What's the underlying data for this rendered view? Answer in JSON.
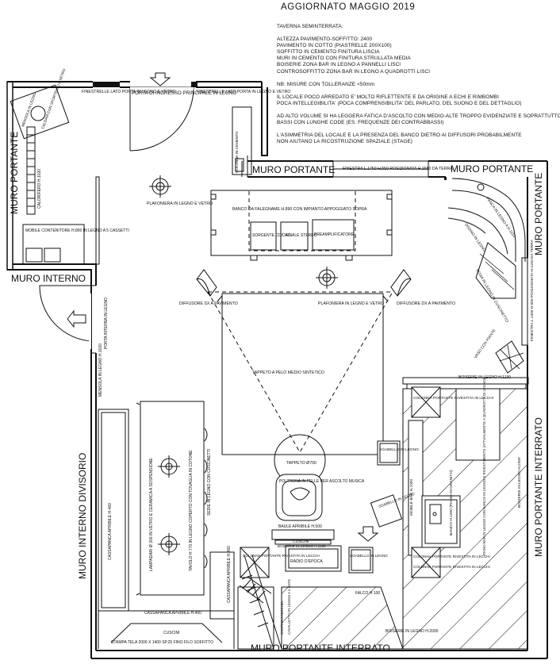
{
  "title": "AGGIORNATO MAGGIO 2019",
  "notes": [
    "TAVERNA SEMINTERRATA:",
    "",
    "ALTEZZA PAVIMENTO-SOFFITTO: 2400",
    "PAVIMENTO IN COTTO (PIASTRELLE 200X100)",
    "SOFFITTO IN CEMENTO FINITURA LISCIA",
    "MURI IN CEMENTO CON FINITURA STRULLATA MEDIA",
    "BOISERIE ZONA BAR IN LEGNO A PANNELLI LISCI",
    "CONTROSOFFITTO ZONA BAR IN LEGNO A QUADROTTI LISCI",
    "",
    "NB: MISURE CON TOLLERANZE <50mm",
    "",
    "IL LOCALE POCO ARREDATO E' MOLTO RIFLETTENTE E DA ORIGINE A ECHI E RIMBOMBI",
    "POCA INTELLEGIBILITA' (POCA COMPRENSIBILITA' DEL PARLATO, DEL SUONO E DEL DETTAGLIO)",
    "",
    "AD ALTO VOLUME SI HA LEGGERA FATICA D'ASCOLTO CON MEDIO-ALTE TROPPO EVIDENZIATE E SOPRATTUTTO",
    "BASSI CON LUNGHE CODE (ES. FREQUENZE DEI CONTRABBASSI)",
    "",
    "L'ASIMMETRIA DEL LOCALE E LA PRESENZA DEL BANCO DIETRO AI DIFFUSORI PROBABILMENTE",
    "NON AIUTANO LA RICOSTRUZIONE SPAZIALE (STAGE)"
  ],
  "walls": {
    "muro_portante_left": "MURO PORTANTE",
    "muro_portante_mid": "MURO PORTANTE",
    "muro_portante_right_top": "MURO PORTANTE",
    "muro_portante_right_side": "MURO PORTANTE",
    "muro_interno": "MURO INTERNO",
    "muro_interno_divisorio": "MURO INTERNO DIVISORIO",
    "muro_portante_interrato_right": "MURO PORTANTE INTERRATO",
    "muro_portante_interrato_bottom": "MURO PORTANTE INTERRATO"
  },
  "labels": {
    "finestrelle_left": "FINESTRELLE LATO PORTA IN LEGNO E VETRO",
    "porta_ingresso": "PORTA DI INGRESSO PRINCIPALE IN LEGNO",
    "finestrelle_right": "FINESTRELLE LATO PORTA IN LEGNO E VETRO",
    "mensola_legno": "MENSOLA IN LEGNO",
    "caldaia": "CALDAIA CON SPORTELLO A VETRO",
    "colonna_cemento": "COLONNA IN CEMENTO",
    "caloriferi": "CALORIFERO H.1020",
    "mobile_contenitore": "MOBILE CONTENITORE H.800 IN LEGNO A 5 CASSETTI",
    "plafoniera_1": "PLAFONIERA IN LEGNO E VETRO",
    "finestra_top": "FINESTRA L.1750 H.550 POSIZIONATA H.1550 DA TERRA",
    "banco": "BANCO DA FALEGNAME H.890  CON IMPIANTO APPOGGIATO SOPRA",
    "sorgente": "SORGENTE CD/DAC",
    "finale": "FINALE STEREO",
    "preamp": "PREAMPLIFICATORE",
    "diffusore_sx": "DIFFUSORE SX A PAVIMENTO",
    "plafoniera_2": "PLAFONIERA IN LEGNO E VETRO",
    "diffusore_dx": "DIFFUSORE DX A PAVIMENTO",
    "porta_interna": "PORTA INTERNA IN LEGNO",
    "mensola_bar": "MENSOLA IN LEGNO H.1020",
    "tappeto": "TAPPETO A PELO MEDIO SINTETICO",
    "panca_legno": "PANCA IN LEGNO A H.1110",
    "divano": "DIVANO IN LEGNO",
    "sedia_legno": "SEDIA IN LEGNO IN CUSCINETTO",
    "finestra_right": "FINESTRA L.1300 H.550 POSIZIONATA H.1150 DA TERRA",
    "vaso_piante": "VASO CON PIANTE",
    "boiserie_top": "BOISERIE IN LEGNO H.1130",
    "colonna_1": "COLONNA PORTANTE RIVESTITA IN LECCHI",
    "sgabello_1": "SGABELLO IN LEGNO",
    "tappeto_small": "TAPPETO Ø700",
    "poltrona": "POLTRONA IN PELLE PER ASCOLTO MUSICA",
    "baule": "BAULE APRIBILE H.500",
    "cuscini": "CUSCINI",
    "boiserie_baule": "BOISERIE IN LEGNO H.1130",
    "radio": "RADIO D'EPOCA",
    "colonna_2": "COLONNA PORTANTE RIVESTITA IN LECCHI",
    "sgabello_2": "SGABELLO IN LEGNO",
    "colonna_3": "COLONNA PORTANTE RIVESTITA IN LECCHI",
    "colonna_4": "COLONNA PORTANTE RIVESTITA IN LECCHI",
    "sgabello_3": "SGABELLO IN LEGNO",
    "mobile_bar": "MOBILE BAR H.1000",
    "piano_granito": "BANCO H.1000 (PIANO IN GRANITO)",
    "bancone_testo": "PIANO BAR IN LEGNO CON BANCO IN LEGNO E RIVESTIMENTO (ATTUALMENTE A QUADROTTI DI LEGNO)",
    "boiserie_right": "BOISERIE IN LEGNO H.2000",
    "falco": "FALCO H.100",
    "boiserie_bottom": "BOISERIE IN LEGNO H.2000",
    "cassapanca_left": "CASSAPANCA APRIBILE H.460",
    "lampadari": "LAMPADARI Ø 300 IN VETRO E CERAMICA A SOSPENSIONE",
    "tavolo": "TAVOLO H 770 IN LEGNO COPERTO CON TOVAGLIA IN COTONE",
    "sedie": "SEDIE IN LEGNO CON CUSCINETTI",
    "cassapanca_mid": "CASSAPANCA APRIBILE H.460",
    "cassapanca_bottom": "CASSAPANCA APRIBILE H.460",
    "cuscini_bottom": "CUSCINI",
    "stampa": "STAMPA TELA 2000 X 1400 SP.25 FINO FILO SOFFITTO",
    "scala": "SCALA IN LEGNO",
    "cavalletto": "CAVALLETTO IN LEGNO A 2 ANTE",
    "cantina": "CANTINA A NICCHIA"
  }
}
